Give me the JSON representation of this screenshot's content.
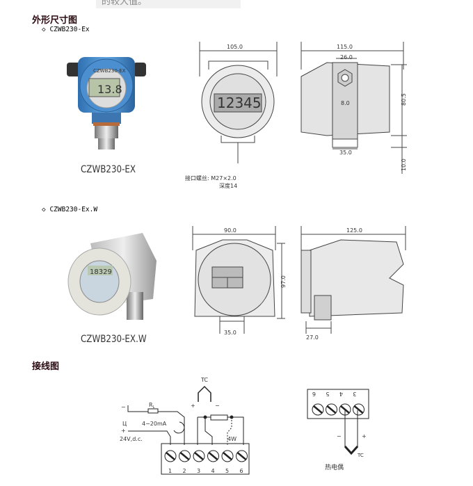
{
  "top_note": "的较大值。",
  "section_dimensions": {
    "title": "外形尺寸图",
    "model1": {
      "label": "◇  CZWB230-Ex",
      "photo_caption": "CZWB230-EX",
      "photo_display": "13.8",
      "photo_brand": "CZWB230-EX",
      "front": {
        "width": "105.0",
        "display": "12345",
        "note_line1": "接口螺丝: M27×2.0",
        "note_line2": "深度14"
      },
      "side": {
        "width": "115.0",
        "hex": "26.0",
        "hole": "8.0",
        "height": "80.5",
        "base": "35.0",
        "bottom": "10.0"
      }
    },
    "model2": {
      "label": "◇  CZWB230-Ex.W",
      "photo_caption": "CZWB230-EX.W",
      "photo_display": "18329",
      "front": {
        "width": "90.0",
        "height": "97.0",
        "bottom": "35.0"
      },
      "side": {
        "width": "125.0",
        "base": "27.0"
      }
    }
  },
  "section_wiring": {
    "title": "接线图",
    "diagram1": {
      "tc": "TC",
      "plus": "+",
      "minus": "−",
      "load": "R",
      "load_sub": "L",
      "current": "4−20mA",
      "supply_label": "Ц",
      "supply": "24V,d.c.",
      "neg": "−",
      "pos": "+",
      "wire4": "4W",
      "terminals": [
        "1",
        "2",
        "3",
        "4",
        "5",
        "6"
      ]
    },
    "diagram2": {
      "terminals": [
        "6",
        "5",
        "4",
        "3"
      ],
      "minus": "−",
      "plus": "+",
      "tc": "TC",
      "caption": "热电偶"
    }
  }
}
